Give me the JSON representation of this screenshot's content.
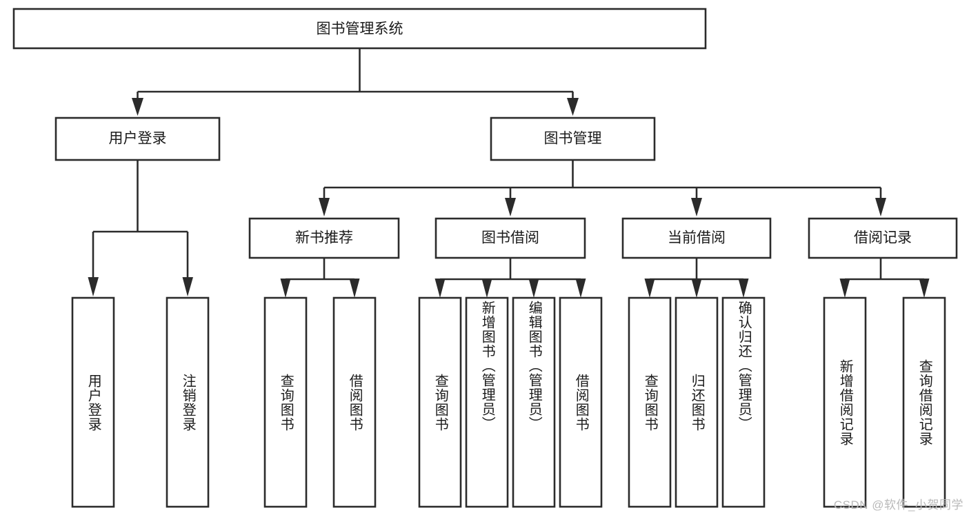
{
  "diagram": {
    "type": "tree",
    "title": "图书管理系统",
    "watermark": "CSDN @软件_小贺同学",
    "colors": {
      "stroke": "#2b2b2b",
      "fill": "#ffffff",
      "text": "#1b1b1b",
      "watermark": "#b9b9b9"
    },
    "levels": {
      "root": {
        "label": "图书管理系统"
      },
      "level2": [
        {
          "label": "用户登录"
        },
        {
          "label": "图书管理"
        }
      ],
      "level3": [
        {
          "label": "新书推荐"
        },
        {
          "label": "图书借阅"
        },
        {
          "label": "当前借阅"
        },
        {
          "label": "借阅记录"
        }
      ]
    },
    "leaves": {
      "user_login": [
        {
          "label": "用户登录"
        },
        {
          "label": "注销登录"
        }
      ],
      "new_book": [
        {
          "label": "查询图书"
        },
        {
          "label": "借阅图书"
        }
      ],
      "book_borrow": [
        {
          "label": "查询图书"
        },
        {
          "label": "新增图书（管理员）"
        },
        {
          "label": "编辑图书（管理员）"
        },
        {
          "label": "借阅图书"
        }
      ],
      "current_borrow": [
        {
          "label": "查询图书"
        },
        {
          "label": "归还图书"
        },
        {
          "label": "确认归还（管理员）"
        }
      ],
      "borrow_record": [
        {
          "label": "新增借阅记录"
        },
        {
          "label": "查询借阅记录"
        }
      ]
    }
  }
}
